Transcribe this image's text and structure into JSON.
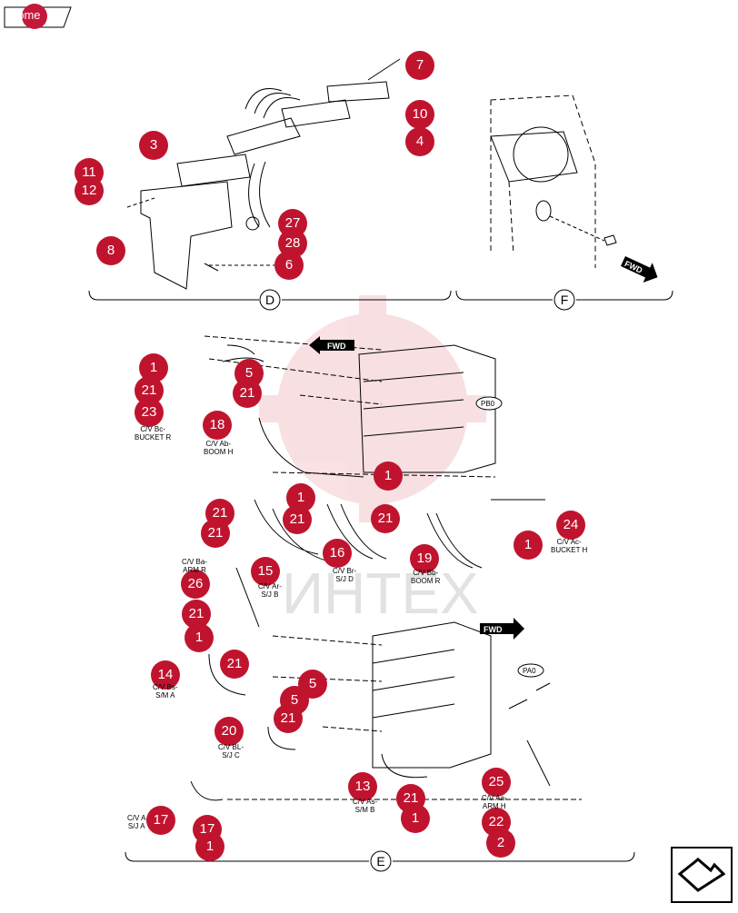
{
  "home_label": "home",
  "section_labels": {
    "D": "D",
    "F": "F",
    "E": "E"
  },
  "fwd_label": "FWD",
  "port_labels": {
    "pb0": "PB0",
    "pa0": "PA0"
  },
  "watermark": "ИНТЕХ",
  "callouts": [
    "7",
    "10",
    "4",
    "3",
    "11",
    "12",
    "8",
    "27",
    "28",
    "6",
    "1",
    "21",
    "23",
    "5",
    "21",
    "18",
    "1",
    "21",
    "1",
    "21",
    "21",
    "21",
    "24",
    "1",
    "16",
    "19",
    "15",
    "26",
    "21",
    "1",
    "14",
    "21",
    "5",
    "5",
    "21",
    "20",
    "13",
    "21",
    "1",
    "25",
    "22",
    "2",
    "17",
    "17",
    "1"
  ],
  "hose_labels": [
    "C/V Bc-\nBUCKET R",
    "C/V Ab-\nBOOM H",
    "C/V Ac-\nBUCKET H",
    "C/V Ba-\nARM R",
    "C/V Ar-\nS/J B",
    "C/V Br-\nS/J D",
    "C/V Bb-\nBOOM R",
    "C/V Bs-\nS/M A",
    "C/V BL-\nS/J C",
    "C/V As-\nS/M B",
    "C/V Aa-\nARM H",
    "C/V A\nS/J A"
  ]
}
